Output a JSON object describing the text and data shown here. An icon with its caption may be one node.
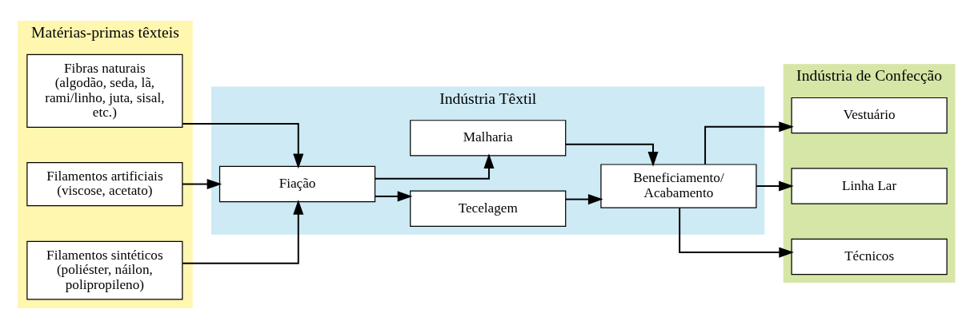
{
  "diagram": {
    "nodes": [
      {
        "text": [
          "Matérias-primas têxteis"
        ]
      },
      {
        "text": [
          "Fibras naturais (algodão, seda, lã, rami/linho, juta, sisal, etc.)"
        ],
        "in": 0
      },
      {
        "text": [
          "Filamentos artificiais (viscose, acetato)"
        ],
        "in": 0
      },
      {
        "text": [
          "Filamentos sintéticos (poliéster, náilon, polipropileno)"
        ],
        "in": 0
      },
      {
        "text": [
          "Indústria Têxtil"
        ]
      },
      {
        "text": [
          "Fiação"
        ],
        "in": 4
      },
      {
        "text": [
          "Tecelagem"
        ],
        "in": 4
      },
      {
        "text": [
          "Malharia"
        ],
        "in": 4
      },
      {
        "text": [
          "Beneficiamento/ Acabamento"
        ],
        "in": 4
      },
      {
        "text": [
          "Indústria de Confecção"
        ]
      },
      {
        "text": [
          "Vestuário"
        ],
        "in": 9
      },
      {
        "text": [
          "Linha Lar"
        ],
        "in": 9
      },
      {
        "text": [
          "Técnicos"
        ],
        "in": 9
      }
    ],
    "edges": [
      {
        "from": 1,
        "to": 5,
        "arrow": "to"
      },
      {
        "from": 2,
        "to": 5,
        "arrow": "to"
      },
      {
        "from": 3,
        "to": 5,
        "arrow": "to"
      },
      {
        "from": 5,
        "to": 6,
        "arrow": "to"
      },
      {
        "from": 5,
        "to": 7,
        "arrow": "to"
      },
      {
        "from": 6,
        "to": 8,
        "arrow": "to"
      },
      {
        "from": 7,
        "to": 8,
        "arrow": "to"
      },
      {
        "from": 8,
        "to": 10,
        "arrow": "to"
      },
      {
        "from": 8,
        "to": 11,
        "arrow": "to"
      },
      {
        "from": 8,
        "to": 12,
        "arrow": "to"
      }
    ]
  }
}
